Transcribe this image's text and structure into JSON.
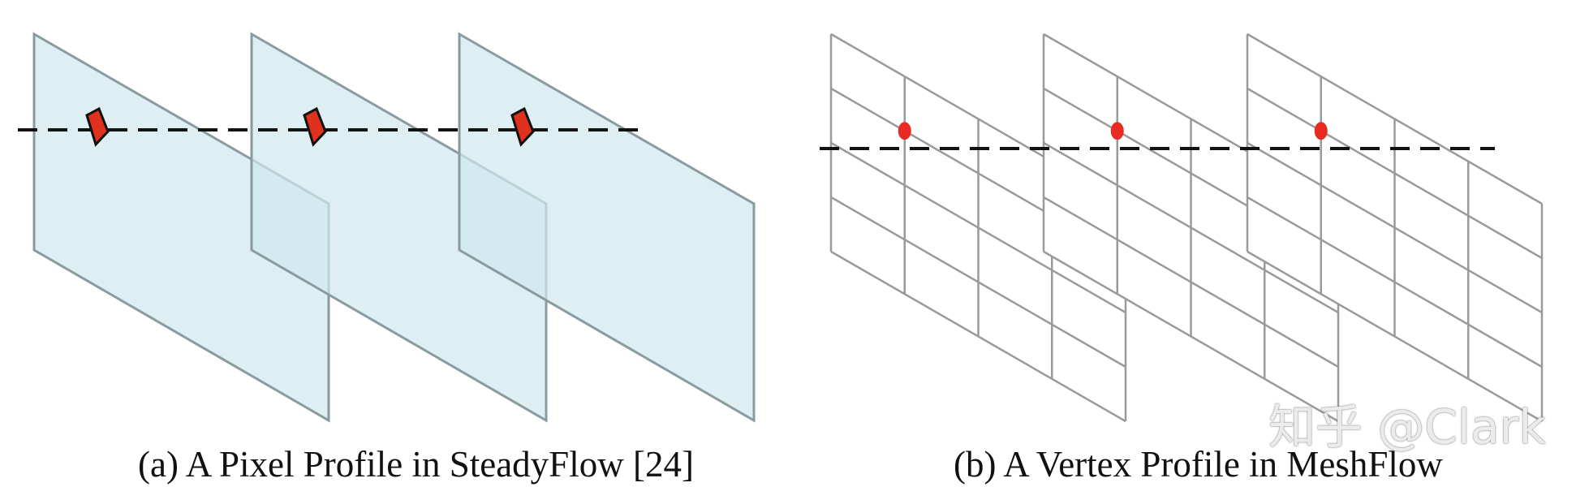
{
  "figure": {
    "panel_a": {
      "caption": "(a) A Pixel Profile in SteadyFlow [24]",
      "frame_count": 3,
      "element": "pixel",
      "colors": {
        "frame_fill": "#cfe8ee",
        "frame_edge": "#8a9ba0",
        "marker": "#e0301e"
      }
    },
    "panel_b": {
      "caption": "(b) A Vertex Profile in MeshFlow",
      "frame_count": 3,
      "grid": {
        "columns": 4,
        "rows": 4
      },
      "element": "vertex",
      "colors": {
        "grid_line": "#9a9a9a",
        "marker": "#e82a22"
      }
    },
    "profile_line_style": "dashed"
  },
  "watermark": {
    "text": "知乎 @Clark"
  }
}
